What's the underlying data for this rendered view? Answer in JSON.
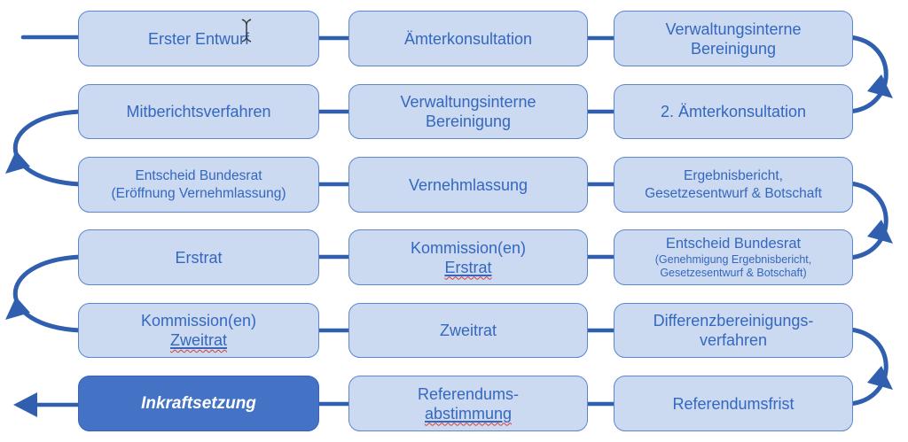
{
  "colors": {
    "box_fill": "#CBD9F1",
    "box_border": "#5E86CC",
    "box_text": "#3468BF",
    "arrow": "#2F5FAE",
    "final_fill": "#4472C4",
    "final_border": "#3A62AD",
    "final_text": "#FFFFFF",
    "spellcheck": "#E03A2F",
    "cursor_color": "#3A3A3A"
  },
  "flow": {
    "rows": [
      {
        "boxes": [
          {
            "lines": [
              "Erster Entwurf"
            ]
          },
          {
            "lines": [
              "Ämterkonsultation"
            ]
          },
          {
            "lines": [
              "Verwaltungsinterne",
              "Bereinigung"
            ]
          }
        ]
      },
      {
        "boxes": [
          {
            "lines": [
              "Mitberichtsverfahren"
            ]
          },
          {
            "lines": [
              "Verwaltungsinterne",
              "Bereinigung"
            ]
          },
          {
            "lines": [
              "2. Ämterkonsultation"
            ]
          }
        ]
      },
      {
        "boxes": [
          {
            "lines": [
              "Entscheid Bundesrat",
              "(Eröffnung Vernehmlassung)"
            ]
          },
          {
            "lines": [
              "Vernehmlassung"
            ]
          },
          {
            "lines": [
              "Ergebnisbericht,",
              "Gesetzesentwurf & Botschaft"
            ]
          }
        ]
      },
      {
        "boxes": [
          {
            "lines": [
              "Erstrat"
            ]
          },
          {
            "lines": [
              "Kommission(en)",
              "Erstrat"
            ]
          },
          {
            "lines": [
              "Entscheid Bundesrat",
              "(Genehmigung Ergebnisbericht,",
              "Gesetzesentwurf & Botschaft)"
            ]
          }
        ]
      },
      {
        "boxes": [
          {
            "lines": [
              "Kommission(en)",
              "Zweitrat"
            ]
          },
          {
            "lines": [
              "Zweitrat"
            ]
          },
          {
            "lines": [
              "Differenzbereinigungs-",
              "verfahren"
            ]
          }
        ]
      },
      {
        "boxes": [
          {
            "lines": [
              "Inkraftsetzung"
            ]
          },
          {
            "lines": [
              "Referendums-",
              "abstimmung"
            ]
          },
          {
            "lines": [
              "Referendumsfrist"
            ]
          }
        ]
      }
    ]
  },
  "spellcheck_flagged_words": [
    "Erstrat",
    "Zweitrat",
    "abstimmung"
  ],
  "cursor": {
    "shape": "text-ibeam"
  }
}
